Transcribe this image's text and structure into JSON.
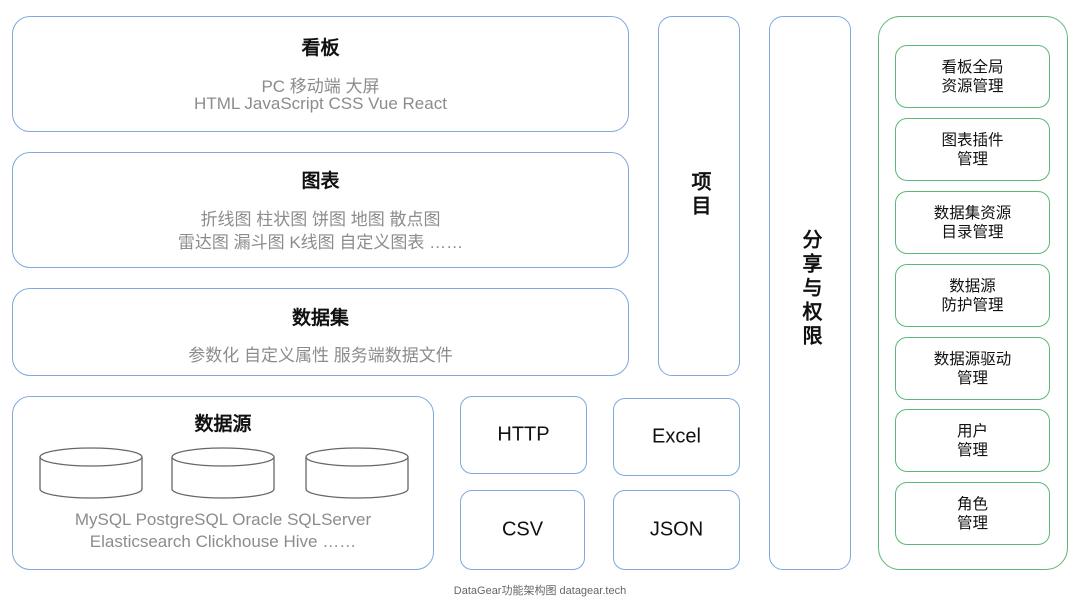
{
  "dashboard": {
    "title": "看板",
    "line1": "PC  移动端  大屏",
    "line2": "HTML JavaScript  CSS  Vue  React"
  },
  "chart": {
    "title": "图表",
    "line1": "折线图  柱状图  饼图  地图  散点图",
    "line2": "雷达图  漏斗图  K线图  自定义图表  ……"
  },
  "dataset": {
    "title": "数据集",
    "line1": "参数化  自定义属性  服务端数据文件"
  },
  "datasource": {
    "title": "数据源",
    "line1": "MySQL  PostgreSQL  Oracle  SQLServer",
    "line2": "Elasticsearch  Clickhouse  Hive  ……"
  },
  "sources": {
    "http": "HTTP",
    "excel": "Excel",
    "csv": "CSV",
    "json": "JSON"
  },
  "project": {
    "label": "项目"
  },
  "share": {
    "label": "分享与权限"
  },
  "management": {
    "items": [
      {
        "line1": "看板全局",
        "line2": "资源管理"
      },
      {
        "line1": "图表插件",
        "line2": "管理"
      },
      {
        "line1": "数据集资源",
        "line2": "目录管理"
      },
      {
        "line1": "数据源",
        "line2": "防护管理"
      },
      {
        "line1": "数据源驱动",
        "line2": "管理"
      },
      {
        "line1": "用户",
        "line2": "管理"
      },
      {
        "line1": "角色",
        "line2": "管理"
      }
    ]
  },
  "caption": "DataGear功能架构图 datagear.tech",
  "colors": {
    "blue_border": "#7fa8e0",
    "green_border": "#5cb876",
    "subtext": "#8c8c8c"
  }
}
